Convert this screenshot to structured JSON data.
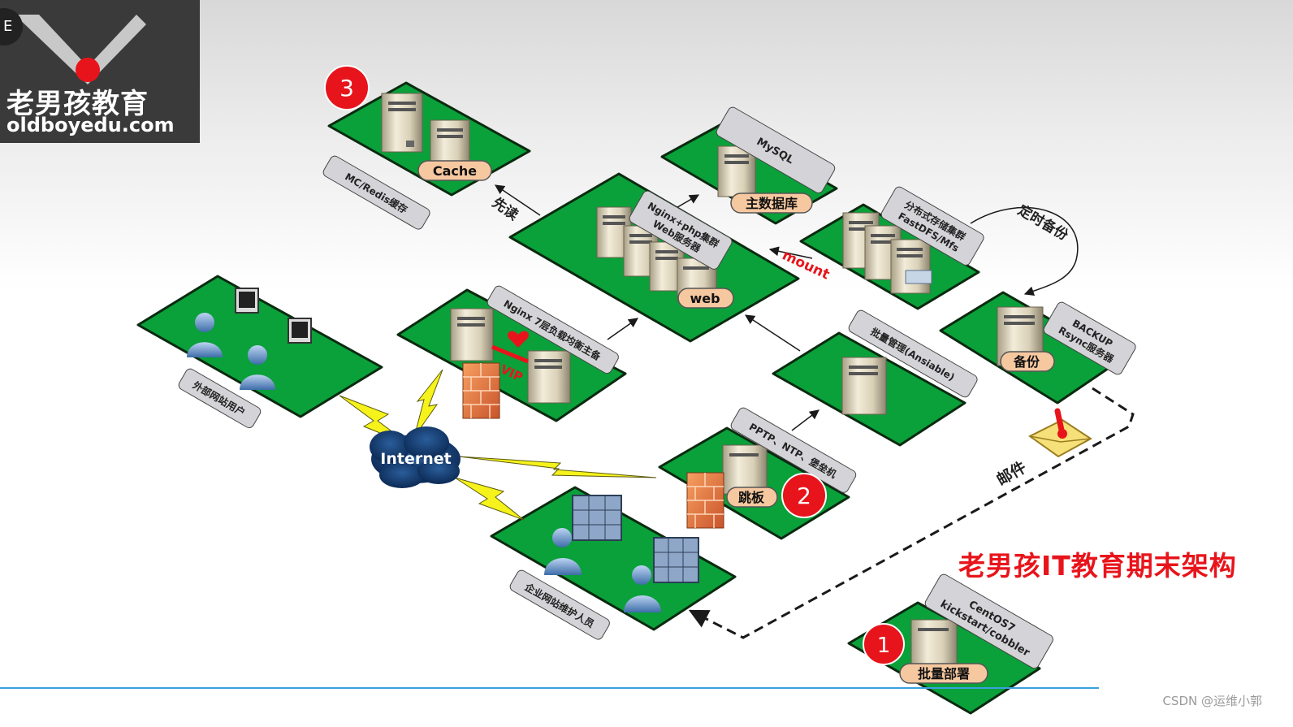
{
  "logo": {
    "name_cn": "老男孩教育",
    "url": "oldboyedu.com",
    "corner_mark": "E"
  },
  "title": "老男孩IT教育期末架构",
  "watermark": "CSDN @运维小郭",
  "badges": {
    "one": "1",
    "two": "2",
    "three": "3"
  },
  "nodes": {
    "cache": {
      "label": "Cache",
      "tag": "MC/Redis缓存"
    },
    "mysql": {
      "label": "主数据库",
      "tag": "MySQL"
    },
    "web": {
      "label": "web",
      "tag_line1": "Nginx+php集群",
      "tag_line2": "Web服务器"
    },
    "storage": {
      "tag_line1": "分布式存储集群",
      "tag_line2": "FastDFS/Mfs"
    },
    "backup": {
      "label": "备份",
      "tag_line1": "BACKUP",
      "tag_line2": "Rsync服务器"
    },
    "loadbalancer": {
      "tag": "Nginx 7层负载均衡主备",
      "vip": "VIP"
    },
    "external_users": {
      "tag": "外部网站用户"
    },
    "internet": {
      "label": "Internet"
    },
    "ansible": {
      "tag": "批量管理(Ansiable)"
    },
    "jumpbox": {
      "label": "跳板",
      "tag": "PPTP、NTP、堡垒机"
    },
    "admins": {
      "tag": "企业网站维护人员"
    },
    "deploy": {
      "label": "批量部署",
      "tag_line1": "CentOS7",
      "tag_line2": "kickstart/cobbler"
    }
  },
  "edges": {
    "read_first": "先读",
    "mount": "mount",
    "scheduled_backup": "定时备份",
    "mail": "邮件"
  },
  "colors": {
    "platform": "#0aa03a",
    "badge": "#e8141b",
    "label_bg": "#f6c8a0",
    "tag_bg": "#d4d4d8",
    "link": "#1a1a1a",
    "mount": "#e8141b"
  }
}
